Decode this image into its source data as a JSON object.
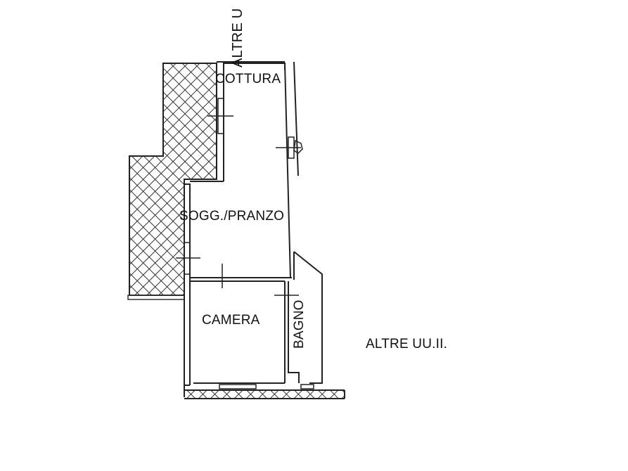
{
  "plan": {
    "rooms": {
      "cottura": "COTTURA",
      "soggiorno": "SOGG./PRANZO",
      "camera": "CAMERA",
      "bagno": "BAGNO"
    },
    "neighbors": {
      "top": "ALTRE U",
      "right": "ALTRE UU.II."
    },
    "colors": {
      "line": "#222222",
      "background": "#ffffff"
    }
  }
}
